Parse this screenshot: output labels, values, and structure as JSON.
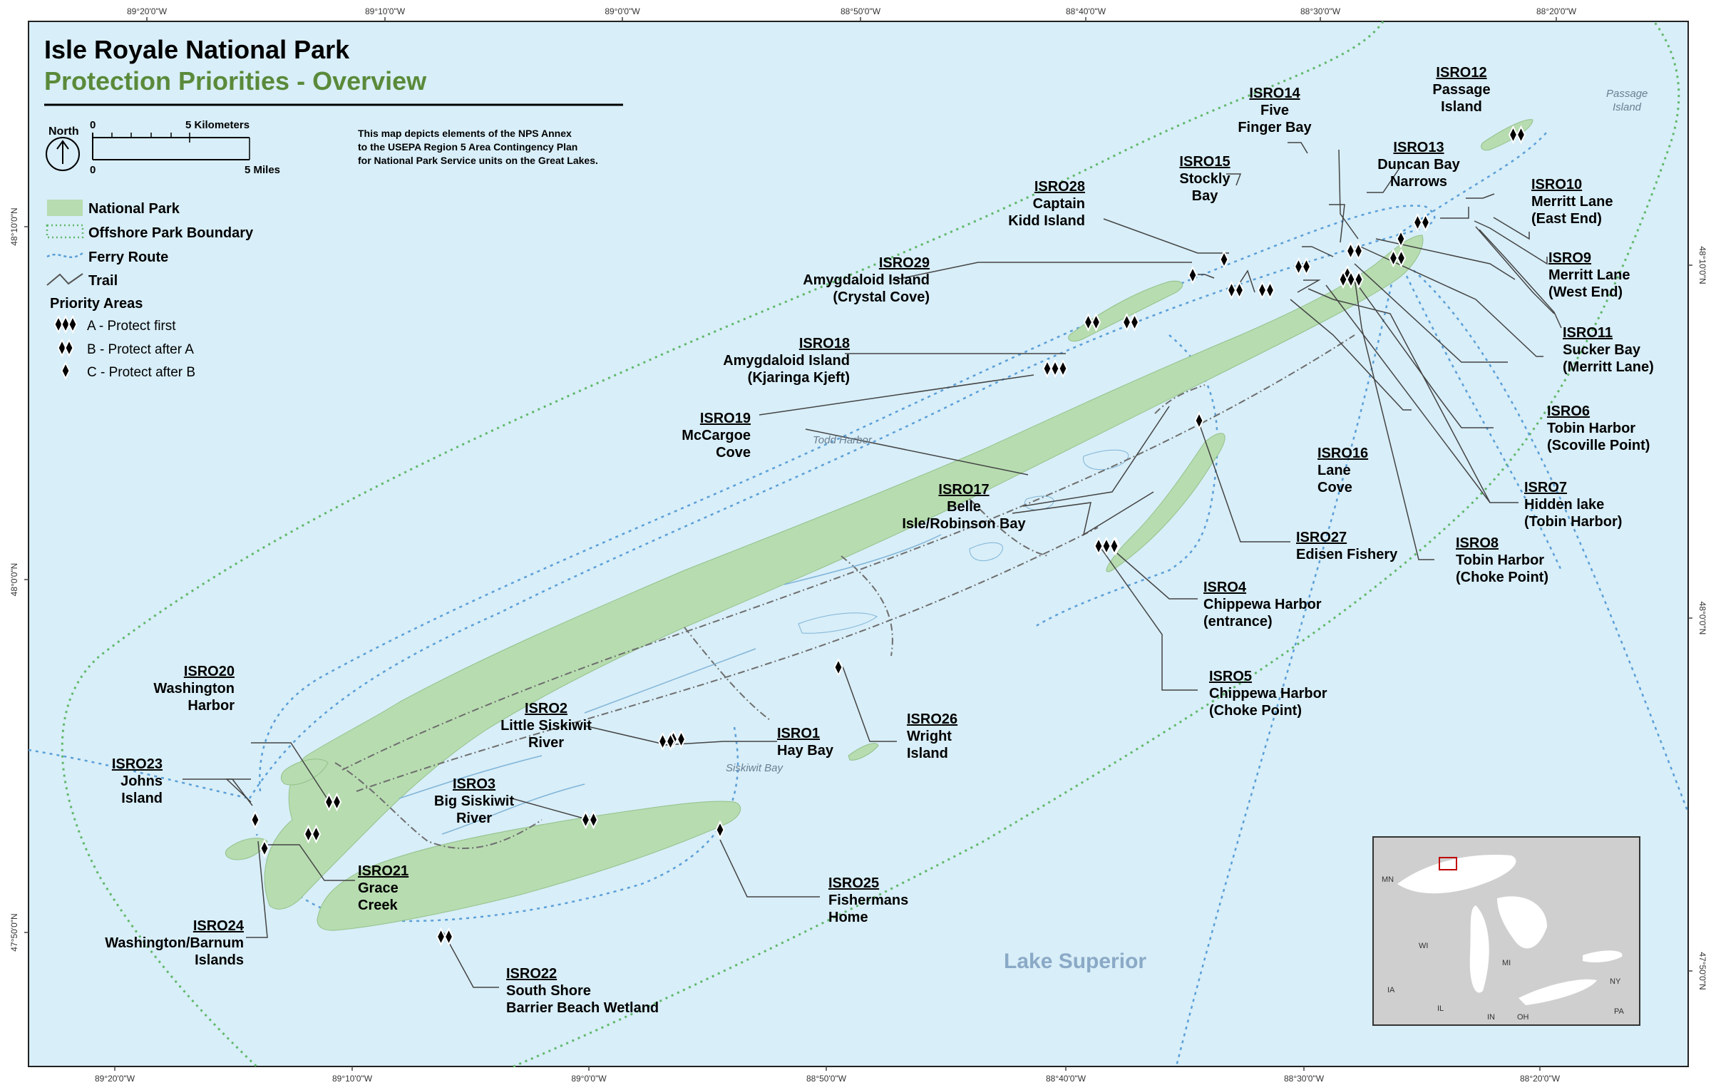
{
  "title": "Isle Royale National Park",
  "subtitle": "Protection Priorities - Overview",
  "scale": {
    "north_label": "North",
    "km_zero": "0",
    "km_label": "5 Kilometers",
    "mi_zero": "0",
    "mi_label": "5 Miles"
  },
  "description": [
    "This map depicts elements of the NPS Annex",
    "to the USEPA Region 5 Area Contingency Plan",
    "for National Park Service units on the Great Lakes."
  ],
  "legend": {
    "national_park": "National Park",
    "offshore": "Offshore Park Boundary",
    "ferry": "Ferry Route",
    "trail": "Trail",
    "priority_heading": "Priority Areas",
    "a": "A - Protect first",
    "b": "B - Protect after A",
    "c": "C - Protect after B"
  },
  "lon_ticks": [
    "89°20'0\"W",
    "89°10'0\"W",
    "89°0'0\"W",
    "88°50'0\"W",
    "88°40'0\"W",
    "88°30'0\"W",
    "88°20'0\"W"
  ],
  "lat_ticks": [
    "48°10'0\"N",
    "48°0'0\"N",
    "47°50'0\"N"
  ],
  "water_labels": {
    "lake": "Lake Superior",
    "todd": "Todd Harbor",
    "siskiwit": "Siskiwit Bay",
    "passage1": "Passage",
    "passage2": "Island"
  },
  "inset": {
    "mn": "MN",
    "wi": "WI",
    "mi": "MI",
    "ia": "IA",
    "il": "IL",
    "in": "IN",
    "oh": "OH",
    "ny": "NY",
    "pa": "PA"
  },
  "colors": {
    "water": "#d8eef8",
    "land": "#b7dcb0",
    "offshore": "#5fb86a",
    "ferry": "#5a9fd8",
    "subtitle": "#5a8a3a",
    "lake_label": "#8aa9c6"
  },
  "sites": [
    {
      "code": "ISRO1",
      "lines": [
        "Hay Bay"
      ],
      "priority": "B"
    },
    {
      "code": "ISRO2",
      "lines": [
        "Little Siskiwit",
        "River"
      ],
      "priority": "B"
    },
    {
      "code": "ISRO3",
      "lines": [
        "Big Siskiwit",
        "River"
      ],
      "priority": "B"
    },
    {
      "code": "ISRO4",
      "lines": [
        "Chippewa Harbor",
        "(entrance)"
      ],
      "priority": "C"
    },
    {
      "code": "ISRO5",
      "lines": [
        "Chippewa Harbor",
        "(Choke Point)"
      ],
      "priority": "A"
    },
    {
      "code": "ISRO6",
      "lines": [
        "Tobin Harbor",
        "(Scoville Point)"
      ],
      "priority": "B"
    },
    {
      "code": "ISRO7",
      "lines": [
        "Hidden lake",
        "(Tobin Harbor)"
      ],
      "priority": "C"
    },
    {
      "code": "ISRO8",
      "lines": [
        "Tobin Harbor",
        "(Choke Point)"
      ],
      "priority": "A"
    },
    {
      "code": "ISRO9",
      "lines": [
        "Merritt Lane",
        "(West End)"
      ],
      "priority": "B"
    },
    {
      "code": "ISRO10",
      "lines": [
        "Merritt Lane",
        "(East End)"
      ],
      "priority": "B"
    },
    {
      "code": "ISRO11",
      "lines": [
        "Sucker Bay",
        "(Merritt Lane)"
      ],
      "priority": "C"
    },
    {
      "code": "ISRO12",
      "lines": [
        "Passage",
        "Island"
      ],
      "priority": "B"
    },
    {
      "code": "ISRO13",
      "lines": [
        "Duncan Bay",
        "Narrows"
      ],
      "priority": "B"
    },
    {
      "code": "ISRO14",
      "lines": [
        "Five",
        "Finger Bay"
      ],
      "priority": "B"
    },
    {
      "code": "ISRO15",
      "lines": [
        "Stockly",
        "Bay"
      ],
      "priority": "B"
    },
    {
      "code": "ISRO16",
      "lines": [
        "Lane",
        "Cove"
      ],
      "priority": "B"
    },
    {
      "code": "ISRO17",
      "lines": [
        "Belle",
        "Isle/Robinson Bay"
      ],
      "priority": "B"
    },
    {
      "code": "ISRO18",
      "lines": [
        "Amygdaloid Island",
        "(Kjaringa Kjeft)"
      ],
      "priority": "A"
    },
    {
      "code": "ISRO19",
      "lines": [
        "McCargoe",
        "Cove"
      ],
      "priority": "B"
    },
    {
      "code": "ISRO20",
      "lines": [
        "Washington",
        "Harbor"
      ],
      "priority": "B"
    },
    {
      "code": "ISRO21",
      "lines": [
        "Grace",
        "Creek"
      ],
      "priority": "B"
    },
    {
      "code": "ISRO22",
      "lines": [
        "South Shore",
        "Barrier Beach Wetland"
      ],
      "priority": "B"
    },
    {
      "code": "ISRO23",
      "lines": [
        "Johns",
        "Island"
      ],
      "priority": "C"
    },
    {
      "code": "ISRO24",
      "lines": [
        "Washington/Barnum",
        "Islands"
      ],
      "priority": "C"
    },
    {
      "code": "ISRO25",
      "lines": [
        "Fishermans",
        "Home"
      ],
      "priority": "C"
    },
    {
      "code": "ISRO26",
      "lines": [
        "Wright",
        "Island"
      ],
      "priority": "C"
    },
    {
      "code": "ISRO27",
      "lines": [
        "Edisen Fishery"
      ],
      "priority": "C"
    },
    {
      "code": "ISRO28",
      "lines": [
        "Captain",
        "Kidd Island"
      ],
      "priority": "C"
    },
    {
      "code": "ISRO29",
      "lines": [
        "Amygdaloid Island",
        "(Crystal Cove)"
      ],
      "priority": "C"
    }
  ]
}
